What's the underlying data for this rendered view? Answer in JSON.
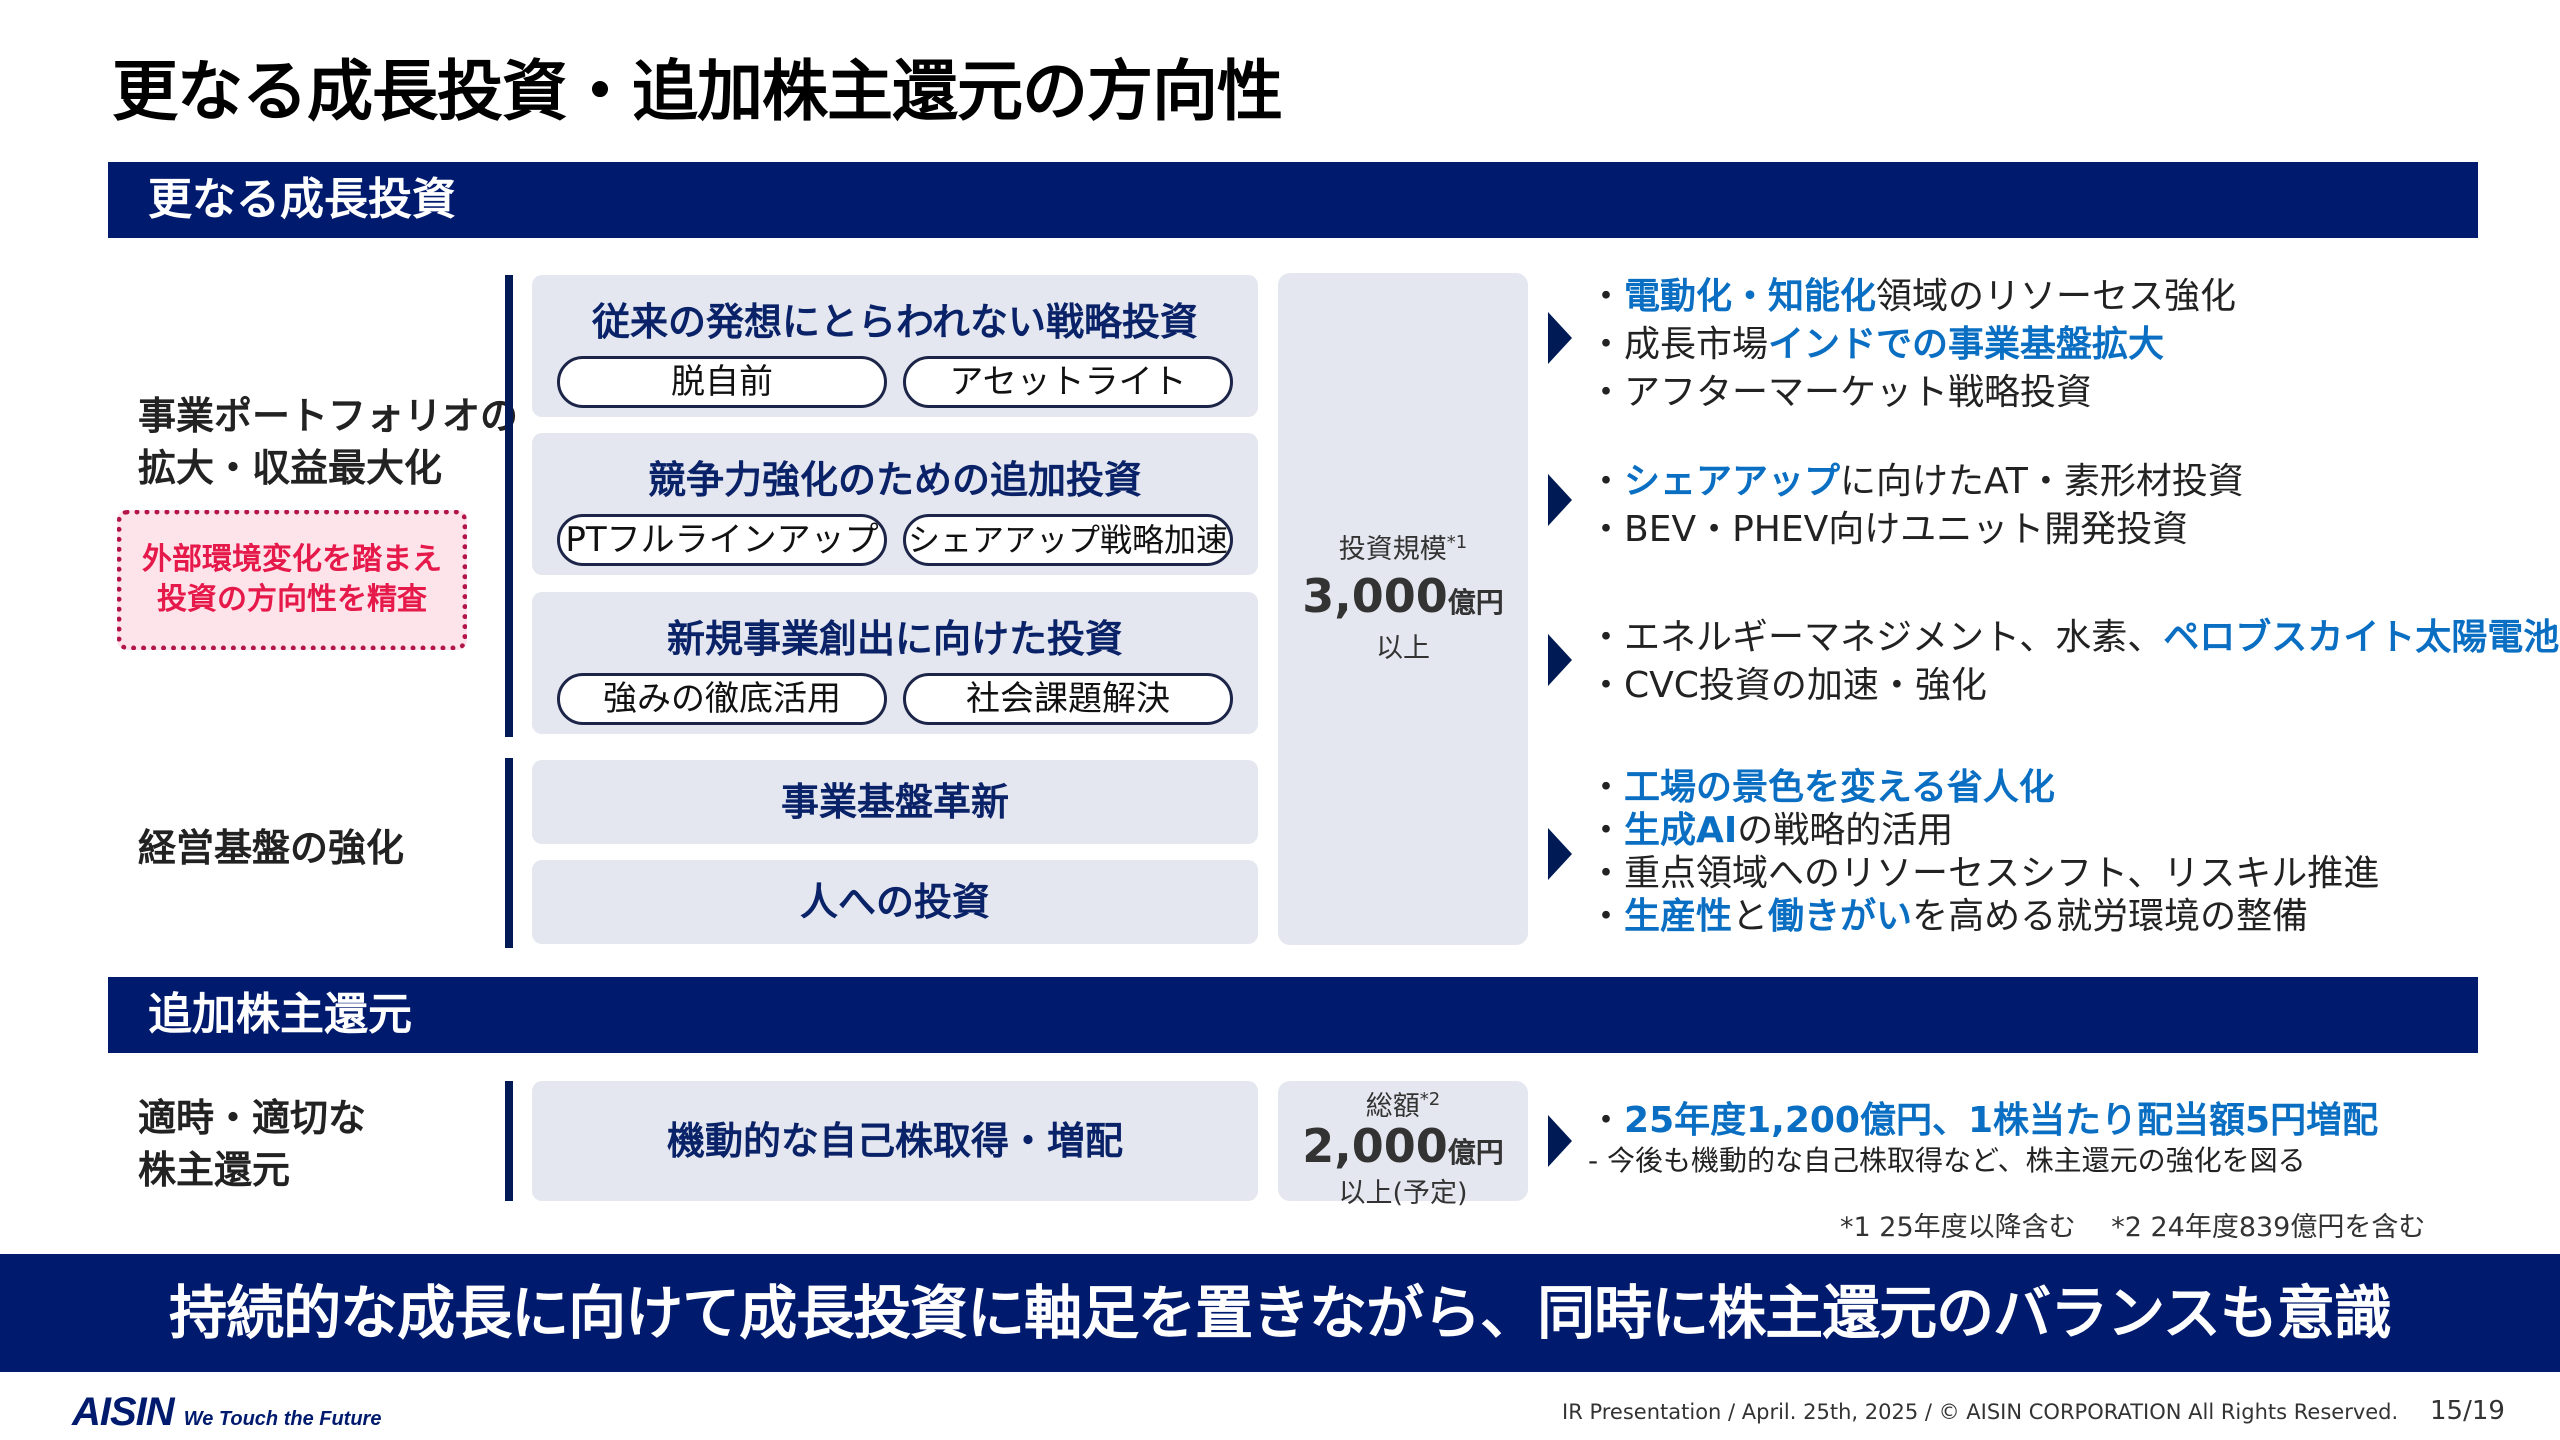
{
  "title": "更なる成長投資・追加株主還元の方向性",
  "section1": {
    "header": "更なる成長投資",
    "row1_label_line1": "事業ポートフォリオの",
    "row1_label_line2": "拡大・収益最大化",
    "note_line1": "外部環境変化を踏まえ",
    "note_line2": "投資の方向性を精査",
    "row2_label": "経営基盤の強化",
    "boxes": [
      {
        "title": "従来の発想にとらわれない戦略投資",
        "pills": [
          "脱自前",
          "アセットライト"
        ]
      },
      {
        "title": "競争力強化のための追加投資",
        "pills": [
          "PTフルラインアップ",
          "シェアアップ戦略加速"
        ]
      },
      {
        "title": "新規事業創出に向けた投資",
        "pills": [
          "強みの徹底活用",
          "社会課題解決"
        ]
      },
      {
        "title": "事業基盤革新"
      },
      {
        "title": "人への投資"
      }
    ],
    "scale": {
      "label": "投資規模",
      "note_ref": "*1",
      "amount": "3,000",
      "unit": "億円",
      "suffix": "以上"
    },
    "bullets": [
      [
        {
          "pre": "・",
          "hl": "電動化・知能化",
          "post": "領域のリソーセス強化"
        },
        {
          "pre": "・成長市場",
          "hl": "インドでの事業基盤拡大",
          "post": ""
        },
        {
          "pre": "・アフターマーケット戦略投資",
          "hl": "",
          "post": ""
        }
      ],
      [
        {
          "pre": "・",
          "hl": "シェアアップ",
          "post": "に向けたAT・素形材投資"
        },
        {
          "pre": "・BEV・PHEV向けユニット開発投資",
          "hl": "",
          "post": ""
        }
      ],
      [
        {
          "pre": "・エネルギーマネジメント、水素、",
          "hl": "ペロブスカイト太陽電池",
          "post": ""
        },
        {
          "pre": "・CVC投資の加速・強化",
          "hl": "",
          "post": ""
        }
      ],
      [
        {
          "pre": "・",
          "hl": "工場の景色を変える省人化",
          "post": ""
        },
        {
          "pre": "・",
          "hl": "生成AI",
          "post": "の戦略的活用"
        },
        {
          "pre": "・重点領域へのリソーセスシフト、リスキル推進",
          "hl": "",
          "post": ""
        },
        {
          "pre": "・",
          "hl": "生産性",
          "mid": "と",
          "hl2": "働きがい",
          "post": "を高める就労環境の整備"
        }
      ]
    ]
  },
  "section2": {
    "header": "追加株主還元",
    "label_line1": "適時・適切な",
    "label_line2": "株主還元",
    "box_title": "機動的な自己株取得・増配",
    "total": {
      "label": "総額",
      "note_ref": "*2",
      "amount": "2,000",
      "unit": "億円",
      "suffix": "以上(予定)"
    },
    "bullet_hl": "25年度1,200億円、1株当たり配当額5円増配",
    "bullet_sub": "- 今後も機動的な自己株取得など、株主還元の強化を図る"
  },
  "footnotes": "*1 25年度以降含む　 *2 24年度839億円を含む",
  "banner": "持続的な成長に向けて成長投資に軸足を置きながら、同時に株主還元のバランスも意識",
  "footer": {
    "logo": "AISIN",
    "tagline": "We Touch the Future",
    "text": "IR Presentation / April. 25th, 2025 / © AISIN CORPORATION All Rights Reserved.",
    "page": "15/19"
  },
  "colors": {
    "navy": "#001a6e",
    "highlight_blue": "#0a6fc2",
    "note_red": "#e6194b",
    "box_gray": "#e4e7ef"
  }
}
